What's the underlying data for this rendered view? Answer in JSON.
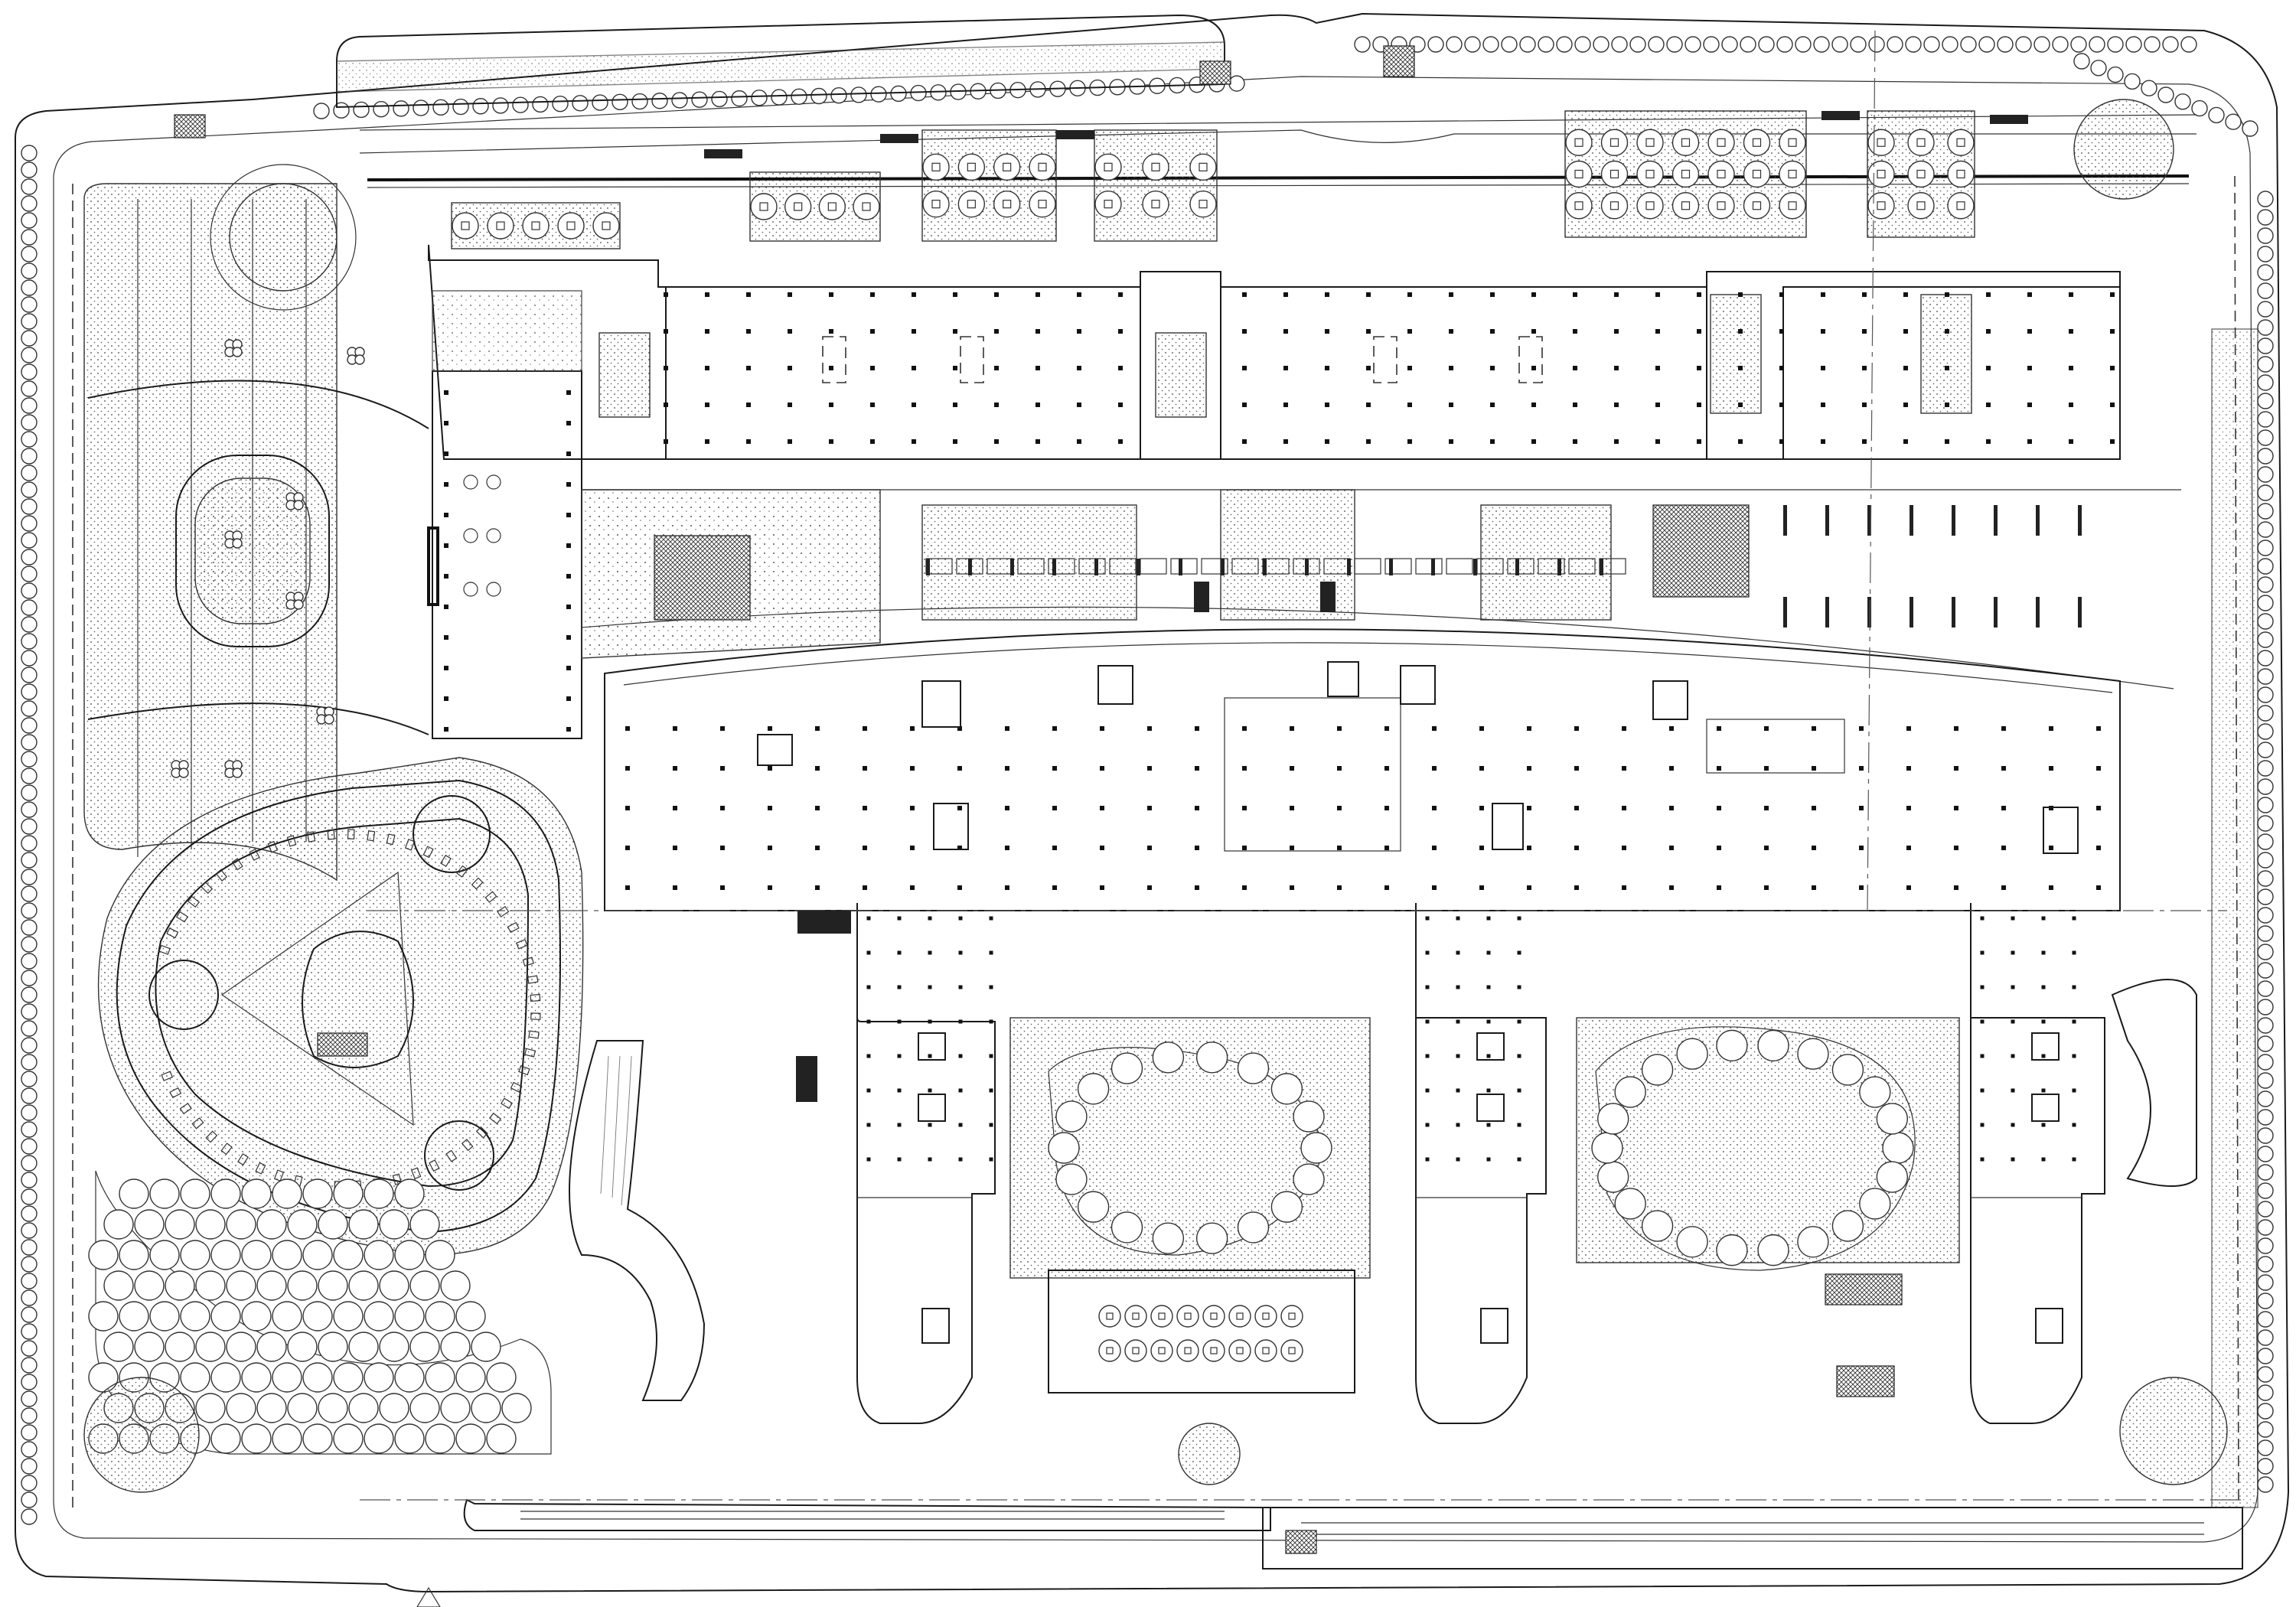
{
  "drawing": {
    "type": "architectural site plan",
    "colors": {
      "linework": "#1a1a1a",
      "stipple": "#444444",
      "background": "#ffffff"
    },
    "zones": {
      "north_parking_courts": 6,
      "main_building_bays": 3,
      "south_wings": 3,
      "courtyards": 2,
      "circular_auditorium": 1
    }
  }
}
